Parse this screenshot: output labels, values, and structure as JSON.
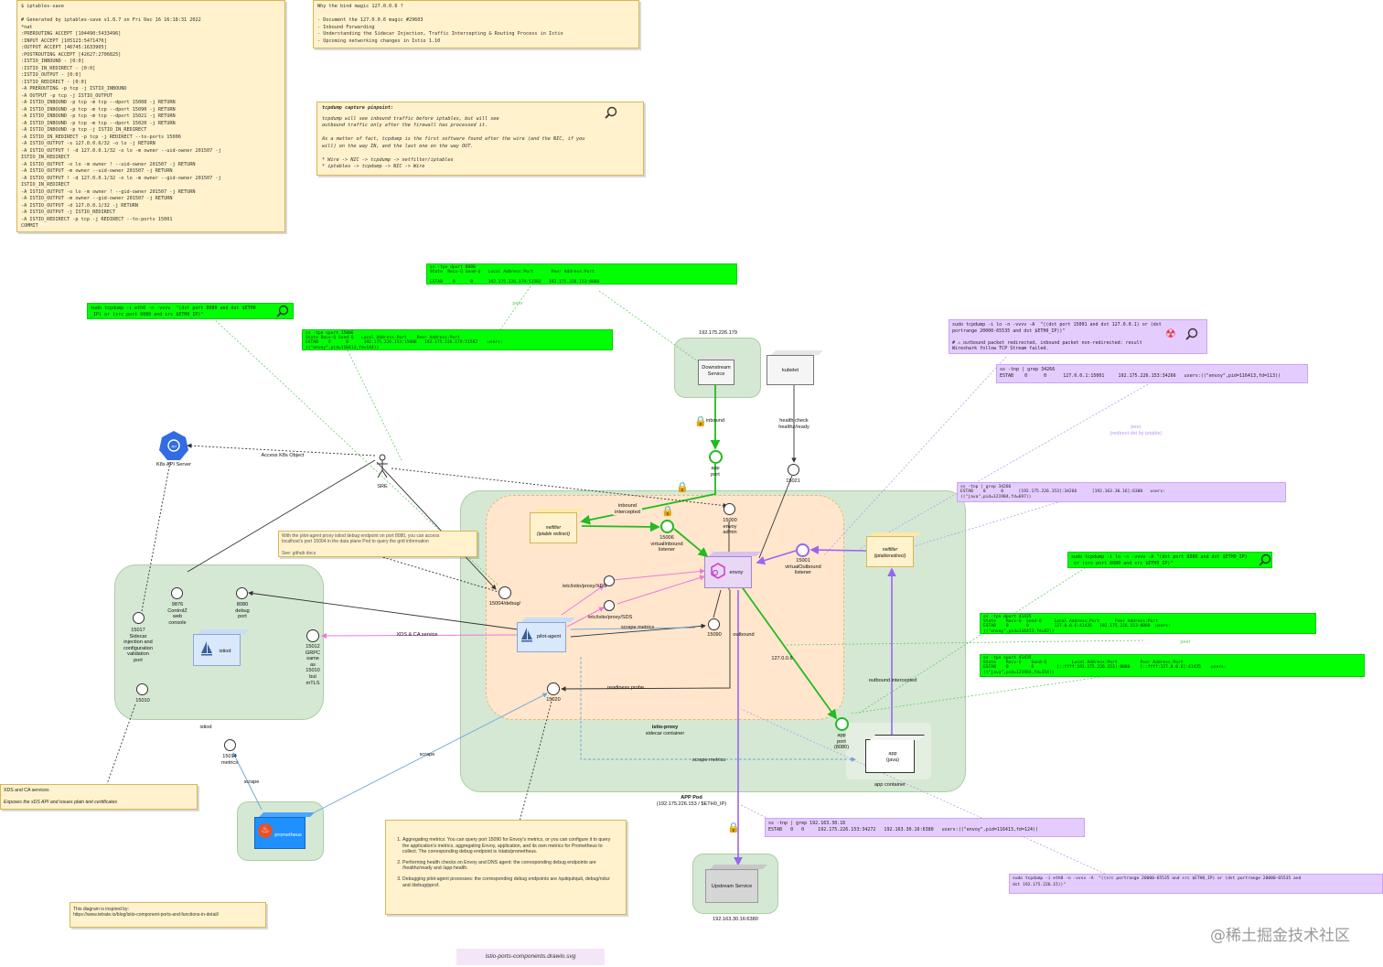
{
  "notes": {
    "iptables": {
      "lines": [
        "$ iptables-save",
        "",
        "# Generated by iptables-save v1.8.7 on Fri Dec 16 16:18:31 2022",
        "*nat",
        ":PREROUTING ACCEPT [104490:5433496]",
        ":INPUT ACCEPT [105123:5471476]",
        ":OUTPUT ACCEPT [46745:1633905]",
        ":POSTROUTING ACCEPT [42627:2706825]",
        ":ISTIO_INBOUND - [0:0]",
        ":ISTIO_IN_REDIRECT - [0:0]",
        ":ISTIO_OUTPUT - [0:0]",
        ":ISTIO_REDIRECT - [0:0]",
        "-A PREROUTING -p tcp -j ISTIO_INBOUND",
        "-A OUTPUT -p tcp -j ISTIO_OUTPUT",
        "-A ISTIO_INBOUND -p tcp -m tcp --dport 15008 -j RETURN",
        "-A ISTIO_INBOUND -p tcp -m tcp --dport 15090 -j RETURN",
        "-A ISTIO_INBOUND -p tcp -m tcp --dport 15021 -j RETURN",
        "-A ISTIO_INBOUND -p tcp -m tcp --dport 15020 -j RETURN",
        "-A ISTIO_INBOUND -p tcp -j ISTIO_IN_REDIRECT",
        "-A ISTIO_IN_REDIRECT -p tcp -j REDIRECT --to-ports 15006",
        "-A ISTIO_OUTPUT -s 127.0.0.6/32 -o lo -j RETURN",
        "-A ISTIO_OUTPUT ! -d 127.0.0.1/32 -o lo -m owner --uid-owner 201507 -j",
        "ISTIO_IN_REDIRECT",
        "-A ISTIO_OUTPUT -o lo -m owner ! --uid-owner 201507 -j RETURN",
        "-A ISTIO_OUTPUT -m owner --uid-owner 201507 -j RETURN",
        "-A ISTIO_OUTPUT ! -d 127.0.0.1/32 -o lo -m owner --gid-owner 201507 -j",
        "ISTIO_IN_REDIRECT",
        "-A ISTIO_OUTPUT -o lo -m owner ! --gid-owner 201507 -j RETURN",
        "-A ISTIO_OUTPUT -m owner --gid-owner 201507 -j RETURN",
        "-A ISTIO_OUTPUT -d 127.0.0.1/32 -j RETURN",
        "-A ISTIO_OUTPUT -j ISTIO_REDIRECT",
        "-A ISTIO_REDIRECT -p tcp -j REDIRECT --to-ports 15001",
        "COMMIT"
      ]
    },
    "bind_magic": {
      "lines": [
        "Why the bind magic 127.0.0.6 ?",
        "",
        "- Document the 127.0.0.6 magic #29603",
        "- Inbound Forwarding",
        "- Understanding the Sidecar Injection, Traffic Intercepting & Routing Process in Istio",
        "- Upcoming networking changes in Istio 1.10"
      ]
    },
    "tcpdump_pinpoint": {
      "title": "tcpdump capture pinpoint:",
      "lines": [
        "tcpdump will see inbound traffic before iptables, but will see",
        "outbound traffic only after the firewall has processed it.",
        "",
        "As a matter of fact, tcpdump is the first software found after the wire (and the NIC, if you",
        "will) on the way IN, and the last one on the way OUT.",
        "",
        "* Wire -> NIC -> tcpdump -> netfilter/iptables",
        "* iptables -> tcpdump -> NIC -> Wire"
      ]
    },
    "pilot_debug": {
      "lines": [
        "With the pilot-agent proxy istiod debug endpoint on port 8080, you can access",
        "localhost's port 15004 in the data plane Pod to query the grid information",
        "",
        "See: github docs"
      ]
    },
    "xds_ca": {
      "title": "XDS and CA services",
      "body": "Exposes the xDS API and issues plain text certificates"
    },
    "pilot_functions": {
      "items": [
        "Aggregating metrics: You can query port 15090 for Envoy's metrics, or you can configure it to query the application's metrics, aggregating Envoy, application, and its own metrics for Prometheus to collect. The corresponding debug endpoint is /stats/prometheus.",
        "Performing health checks on Envoy and DNS agent: the corresponding debug endpoints are /healthz/ready and /app-health.",
        "Debugging pilot-agent processes: the corresponding debug endpoints are /quitquitquit, debug/ndsz and /debug/pprof."
      ]
    },
    "inspired": {
      "lines": [
        "This diagram is inspired by:",
        "https://www.tetrate.io/blog/istio-component-ports-and-functions-in-detail/"
      ]
    }
  },
  "terminals": {
    "ss_8080": {
      "lines": [
        "ss -tpn dport 8080",
        "State  Recv-Q Send-Q   Local Address:Port       Peer Address:Port",
        "",
        "ESTAB    0      0      192.175.226.179:51582   192.175.226.153:8080"
      ]
    },
    "tcpdump_8080": {
      "lines": [
        "sudo tcpdump -i eth0 -n -vvvv  \"(dst port 8080 and dst $ETH0",
        "_IP) or (src port 8080 and src $ETH0_IP)\""
      ]
    },
    "ss_15006": {
      "lines": [
        "ss -tpn sport 15006",
        "State Recv-Q Send-Q   Local Address:Port    Peer Address:Port",
        "ESTAB    0      0      192.175.226.153:15006   192.175.226.179:51582    users:",
        "((\"envoy\",pid=116413,fd=144))"
      ]
    },
    "tcpdump_lo": {
      "lines": [
        "sudo tcpdump -i lo -n -vvvv -A  \"((dst port 15001 and dst 127.0.0.1) or (dst",
        "portrange 20000-65535 and dst $ETH0_IP))\"",
        "",
        "# ⚠ outbound packet redirected, inbound packet non-redirected: result",
        "Wireshark follow TCP Stream failed."
      ]
    },
    "ss_34266_envoy": {
      "lines": [
        "ss -tnp | grep 34266",
        "ESTAB    0      0      127.0.0.1:15001     192.175.226.153:34266   users:((\"envoy\",pid=116413,fd=113))"
      ]
    },
    "ss_34266_java": {
      "lines": [
        "ss -tnp | grep 34266",
        "ESTAB    0      0      [192.175.226.153]:34266      [192.163.30.16]:6380   users:",
        "((\"java\",pid=121984,fd=697))"
      ]
    },
    "tcpdump_lo_8080": {
      "lines": [
        "sudo tcpdump -i lo -n -vvvv -A \"(dst port 8080 and dst $ETH0_IP)",
        " or (src port 8080 and src $ETH0_IP)\""
      ]
    },
    "ss_41435_envoy": {
      "lines": [
        "ss -tpn dport 41435",
        "State    Recv-Q  Send-Q     Local Address:Port      Peer Address:Port",
        "ESTAB    0       0          127.0.0.6:41435   192.175.226.153:8080  users:",
        "((\"envoy\",pid=116413,fd=82))"
      ]
    },
    "ss_41435_java": {
      "lines": [
        "ss -tpn sport 41435",
        "State    Recv-Q    Send-Q          Local Address:Port         Peer Address:Port",
        "ESTAB    0         0         [::ffff:192.175.226.153]:8080    [::ffff:127.0.0.6]:41435    users:",
        "((\"java\",pid=121984,fd=154))"
      ]
    },
    "ss_upstream": {
      "lines": [
        "ss -tnp | grep 192.163.30.16",
        "ESTAB   0   0     192.175.226.153:34272   192.163.30.16:6380   users:((\"envoy\",pid=116413,fd=124))"
      ]
    },
    "tcpdump_eth0_upstream": {
      "lines": [
        "sudo tcpdump -i eth0 -n -vvvv -A  \"((src portrange 20000-65535 and src $ETH0_IP) or (dst portrange 20000-65535 and",
        "dst 192.175.226.15))\""
      ]
    }
  },
  "labels": {
    "downstream_ip": "192.175.226.179",
    "downstream": "Downstream Service",
    "kubelet": "kubelet",
    "inbound": "inbound",
    "health_check": "health check\nhealthz/ready",
    "app_port": "app\nport",
    "port_15021": "15021",
    "k8s_api": "K8s API Server",
    "access_k8s": "Access K8s Object",
    "sre": "SRE",
    "inbound_intercepted": "inbound\nintercepted",
    "netfilter_in": "netfilter\n(iptable redirect)",
    "port_15006": "15006\nvirtualInbound\nlistener",
    "port_15000": "15000\nenvoy\nadmin",
    "envoy": "envoy",
    "port_15001": "15001\nvirtualOutbound\nlistener",
    "netfilter_out": "netfilter\n(iptableredirect)",
    "port_15004": "15004/debug/",
    "xds_path": "/etc/istio/proxy/XDS",
    "sds_path": "/etc/istio/proxy/SDS",
    "pilot_agent": "pilot-agent",
    "scrape_metrics": "scrape metrics",
    "port_15090": "15090",
    "outbound": "outbound",
    "port_127": "127.0.0.6",
    "outbound_intercepted": "outbound intercepted",
    "readiness_probe": "readiness probe",
    "port_15020": "15020",
    "istio_proxy": "istio-proxy",
    "sidecar_container": "sidecar container",
    "app_port_8080": "app\nport\n(8080)",
    "app_java": "app\n(java)",
    "app_container": "app container",
    "scrape_metrics_2": "scrape metrics",
    "app_pod": "APP Pod",
    "app_pod_ip": "(192.175.226.153 / $ETH0_IP)",
    "port_9876": "9876\nControlZ\nweb\nconsole",
    "port_8080_debug": "8080\ndebug\nport",
    "port_15017": "15017\nSidecar\ninjection and\nconfiguration\nvalidation\nport",
    "istiod": "istiod",
    "xds_ca_service": "XDS & CA service",
    "port_15012": "15012\nGRPC\nsame\nas\n15010\nbut\nmTLS",
    "port_15010": "15010",
    "istiod_region": "istiod",
    "port_15014": "15014\nmetrics",
    "scrape": "scrape",
    "scrape_2": "scrape",
    "prometheus": "prometheus",
    "upstream": "Upstream Service",
    "upstream_ip": "192.163.30.16:6380",
    "peer_1": "peer",
    "peer_2": "peer\n(redirect dst by iptable)",
    "peer_3": "peer",
    "file_title": "istio-ports-components.drawio.svg",
    "watermark": "@稀土掘金技术社区",
    "ip_fragment": ":34266"
  },
  "colors": {
    "green_region": "#d5e8d4",
    "orange_region": "#ffe6cc",
    "note_bg": "#fff2cc",
    "terminal_green": "#00ff00",
    "terminal_purple": "#e5ccff",
    "flow_green": "#22bb22",
    "flow_purple": "#9966ee"
  }
}
